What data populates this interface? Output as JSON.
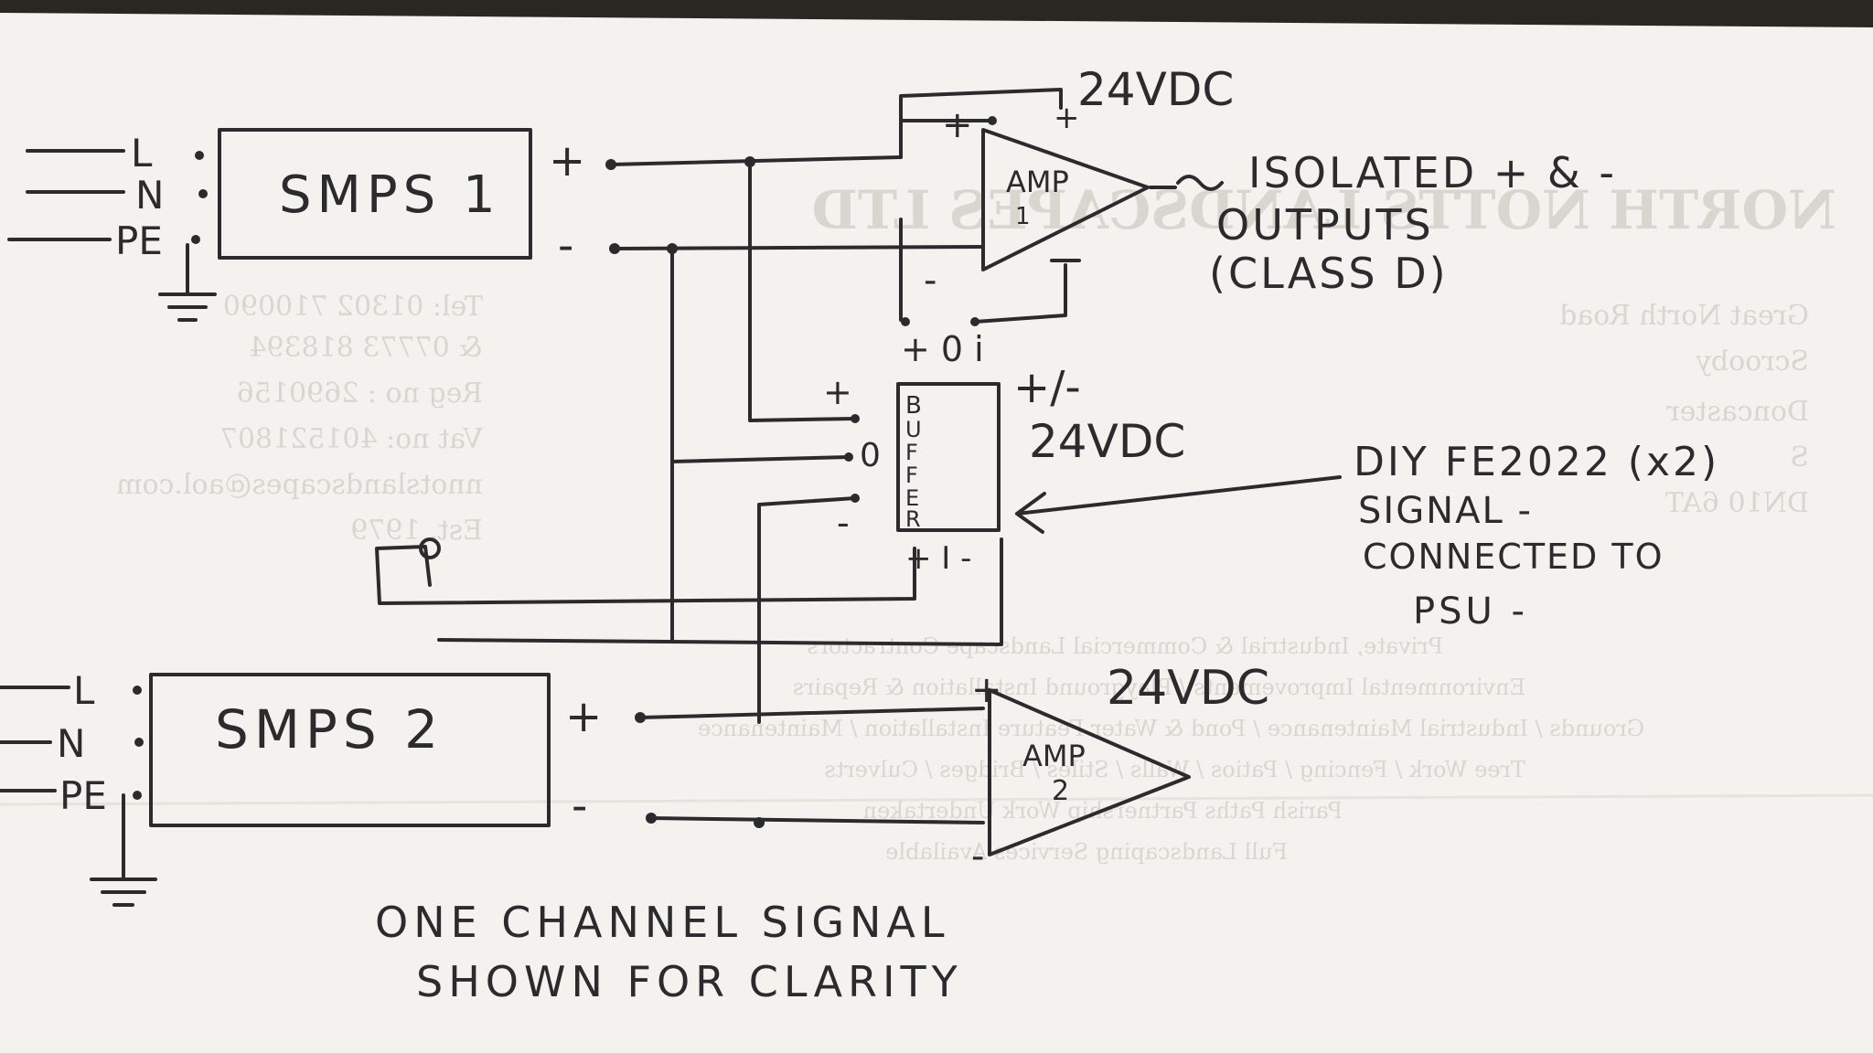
{
  "diagram": {
    "smps1": {
      "label": "SMPS 1",
      "inputs": [
        "L",
        "N",
        "PE"
      ],
      "out_plus": "+",
      "out_minus": "-"
    },
    "smps2": {
      "label": "SMPS 2",
      "inputs": [
        "L",
        "N",
        "PE"
      ],
      "out_plus": "+",
      "out_minus": "-"
    },
    "amp1": {
      "label_top": "AMP",
      "label_num": "1",
      "plus": "+",
      "minus": "-"
    },
    "amp2": {
      "label_top": "AMP",
      "label_num": "2",
      "plus": "+",
      "minus": "-"
    },
    "buffer": {
      "letters": [
        "B",
        "U",
        "F",
        "F",
        "E",
        "R"
      ],
      "pins": [
        "+",
        "0",
        "-"
      ]
    },
    "amp1_in_pins": "+ 0 i",
    "buffer_out_pins": "+ I -",
    "supply_amp1": "24VDC",
    "supply_buffer_line1": "+/-",
    "supply_buffer_line2": "24VDC",
    "supply_amp2": "24VDC",
    "outputs_line1": "ISOLATED + & -",
    "outputs_line2": "OUTPUTS",
    "outputs_line3": "(CLASS D)",
    "buffer_note_line1": "DIY FE2022 (x2)",
    "buffer_note_line2": "SIGNAL -",
    "buffer_note_line3": "CONNECTED TO",
    "buffer_note_line4": "PSU -",
    "caption_line1": "ONE CHANNEL SIGNAL",
    "caption_line2": "SHOWN FOR CLARITY"
  },
  "background_letterhead": {
    "company": "NORTH NOTTS LANDSCAPES LTD",
    "address": [
      "Great North Road",
      "Scrooby",
      "Doncaster",
      "S",
      "DN10 6AT"
    ],
    "contact": [
      "Tel: 01302 710090",
      "& 07773 818394",
      "Reg no : 2690156",
      "Vat no: 401521807",
      "nnotslandscapes@aol.com",
      "Est. 1979"
    ],
    "services": [
      "Private, Industrial & Commercial Landscape Contractors",
      "Environmental Improvements / Playground Installation & Repairs",
      "Grounds / Industrial Maintenance / Pond & Water Feature Installation / Maintenance",
      "Tree Work / Fencing / Patios / Walls / Stiles / Bridges / Culverts",
      "Parish Paths Partnership Work Undertaken",
      "Full Landscaping Services Available"
    ]
  },
  "colors": {
    "paper": "#f4f2ee",
    "ink": "#2b2b2e",
    "ghost": "#d9d6cf",
    "background": "#2a2622"
  }
}
